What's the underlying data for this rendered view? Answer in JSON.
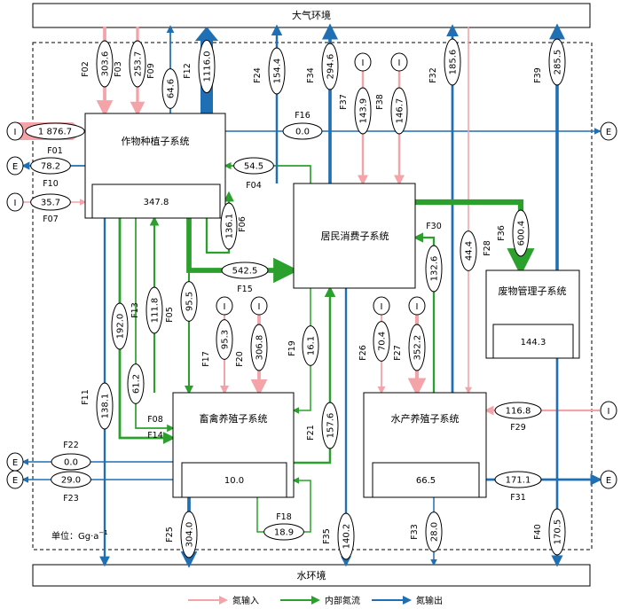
{
  "environments": {
    "atmosphere": "大气环境",
    "water": "水环境"
  },
  "subsystems": {
    "crop": {
      "name": "作物种植子系统",
      "stock": "347.8"
    },
    "resident": {
      "name": "居民消费子系统"
    },
    "livestock": {
      "name": "畜禽养殖子系统",
      "stock": "10.0"
    },
    "aquaculture": {
      "name": "水产养殖子系统",
      "stock": "66.5"
    },
    "waste": {
      "name": "废物管理子系统",
      "stock": "144.3"
    }
  },
  "nodes": {
    "input": "I",
    "export": "E"
  },
  "unit": "单位：Gg·a",
  "unit_sup": "−1",
  "flows": [
    {
      "id": "F01",
      "value": "1 876.7",
      "category": "input"
    },
    {
      "id": "F02",
      "value": "303.6",
      "category": "input"
    },
    {
      "id": "F03",
      "value": "253.7",
      "category": "input"
    },
    {
      "id": "F04",
      "value": "54.5",
      "category": "internal"
    },
    {
      "id": "F05",
      "value": "95.5",
      "category": "internal"
    },
    {
      "id": "F06",
      "value": "136.1",
      "category": "internal"
    },
    {
      "id": "F07",
      "value": "35.7",
      "category": "input"
    },
    {
      "id": "F08",
      "value": "61.2",
      "category": "internal"
    },
    {
      "id": "F09",
      "value": "64.6",
      "category": "output"
    },
    {
      "id": "F10",
      "value": "78.2",
      "category": "output"
    },
    {
      "id": "F11",
      "value": "138.1",
      "category": "output"
    },
    {
      "id": "F12",
      "value": "1116.0",
      "category": "output"
    },
    {
      "id": "F13",
      "value": "111.8",
      "category": "internal"
    },
    {
      "id": "F14",
      "value": "192.0",
      "category": "internal"
    },
    {
      "id": "F15",
      "value": "542.5",
      "category": "internal"
    },
    {
      "id": "F16",
      "value": "0.0",
      "category": "output"
    },
    {
      "id": "F17",
      "value": "95.3",
      "category": "input"
    },
    {
      "id": "F18",
      "value": "18.9",
      "category": "internal"
    },
    {
      "id": "F19",
      "value": "16.1",
      "category": "internal"
    },
    {
      "id": "F20",
      "value": "306.8",
      "category": "input"
    },
    {
      "id": "F21",
      "value": "157.6",
      "category": "internal"
    },
    {
      "id": "F22",
      "value": "0.0",
      "category": "output"
    },
    {
      "id": "F23",
      "value": "29.0",
      "category": "output"
    },
    {
      "id": "F24",
      "value": "154.4",
      "category": "output"
    },
    {
      "id": "F25",
      "value": "304.0",
      "category": "output"
    },
    {
      "id": "F26",
      "value": "70.4",
      "category": "input"
    },
    {
      "id": "F27",
      "value": "352.2",
      "category": "input"
    },
    {
      "id": "F28",
      "value": "44.4",
      "category": "input"
    },
    {
      "id": "F29",
      "value": "116.8",
      "category": "input"
    },
    {
      "id": "F30",
      "value": "132.6",
      "category": "internal"
    },
    {
      "id": "F31",
      "value": "171.1",
      "category": "output"
    },
    {
      "id": "F32",
      "value": "185.6",
      "category": "output"
    },
    {
      "id": "F33",
      "value": "28.0",
      "category": "output"
    },
    {
      "id": "F34",
      "value": "294.6",
      "category": "output"
    },
    {
      "id": "F35",
      "value": "140.2",
      "category": "output"
    },
    {
      "id": "F36",
      "value": "600.4",
      "category": "internal"
    },
    {
      "id": "F37",
      "value": "143.9",
      "category": "input"
    },
    {
      "id": "F38",
      "value": "146.7",
      "category": "input"
    },
    {
      "id": "F39",
      "value": "285.5",
      "category": "output"
    },
    {
      "id": "F40",
      "value": "170.5",
      "category": "output"
    }
  ],
  "legend": {
    "input": "氮输入",
    "internal": "内部氮流",
    "output": "氮输出"
  },
  "colors": {
    "input": "#f4a3a8",
    "internal": "#2ca02c",
    "output": "#1f6fb4",
    "box_border": "#000000",
    "dashed_border": "#000000"
  }
}
